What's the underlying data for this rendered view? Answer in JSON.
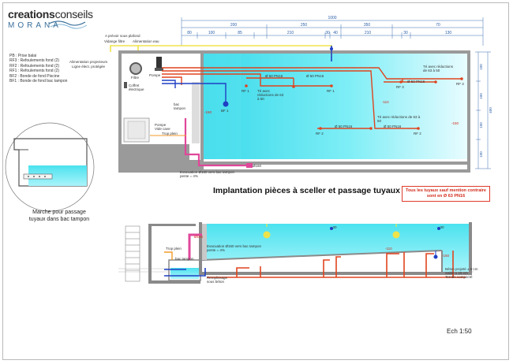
{
  "brand": {
    "name_bold": "creations",
    "name_light": "conseils",
    "name_sub": "MORANA"
  },
  "legend": [
    "PB : Prise balai",
    "RF3 : Refoulements fond (2)",
    "RF2 : Refoulements fond (2)",
    "RF1 : Refoulements fond (2)",
    "BF2 : Bonde de fond Piscine",
    "BF1 : Bonde de fond bac tampon"
  ],
  "title": "Implantation pièces à sceller et passage tuyaux",
  "note": "Tous les tuyaux sauf mention contraire sont en Ø 63 PN16",
  "scale": "Ech 1:50",
  "inset_caption": [
    "Marche pour passage",
    "tuyaux dans bac tampon"
  ],
  "dimensions": {
    "total": "1000",
    "row1": [
      "200",
      "250",
      "350",
      "70"
    ],
    "row2": [
      "80",
      "100",
      "85",
      "210",
      "30",
      "40",
      "210",
      "30",
      "130"
    ],
    "right_total": "400",
    "right_parts": [
      "100",
      "100",
      "100",
      "100"
    ]
  },
  "labels": {
    "a_prevoir": "A prévoir sous plafond",
    "vidange": "Vidange filtre",
    "alimentation_eau": "Alimentation eau",
    "alim_projecteurs": "Alimentation projecteurs",
    "ligne_elec": "Ligne élect. protégée",
    "filtre": "Filtre",
    "coffret": "Coffret électrique",
    "pompe": "Pompe",
    "bac_tampon": "bac tampon",
    "pompe_vide_cave": "Pompe Vide cave",
    "trop_plein": "Trop plein",
    "evacuation": "Evacuation Ø160 vers bac tampon pente = 4%",
    "evac_160": "Ø160",
    "reductions_top": "Té avec réductions de 63 à 50",
    "reductions_mid": "Té avec réductions de 63 à 50",
    "reductions_left": "Té avec réductions de 63 à 50",
    "pipe_50": "Ø 50 PN16",
    "rf1": "RF 1",
    "rf2": "RF 2",
    "rf3": "RF 3",
    "bf1": "BF 1",
    "m110": "-110",
    "m150": "-150",
    "trop_plein_2": "Trop plein",
    "bac_tampon_2": "bac tampon",
    "remplissage": "Remplissage sous béton",
    "evacuation_2": "Evacuation Ø160 vers bac tampon pente = 4%",
    "m30": "-30",
    "beton": "Béton projeté ± 5 cm",
    "sable": "Sable ± 15 cm",
    "terrain": "Terrain compacté"
  },
  "colors": {
    "water": "#5ee7f2",
    "wall": "#8a8a8a",
    "pipe_red": "#e0441e",
    "pipe_blue": "#1f3fc4",
    "pipe_pink": "#e0479a",
    "pipe_yellow": "#efe34a",
    "pipe_orange": "#f39a2a",
    "note_red": "#d22a1a"
  }
}
